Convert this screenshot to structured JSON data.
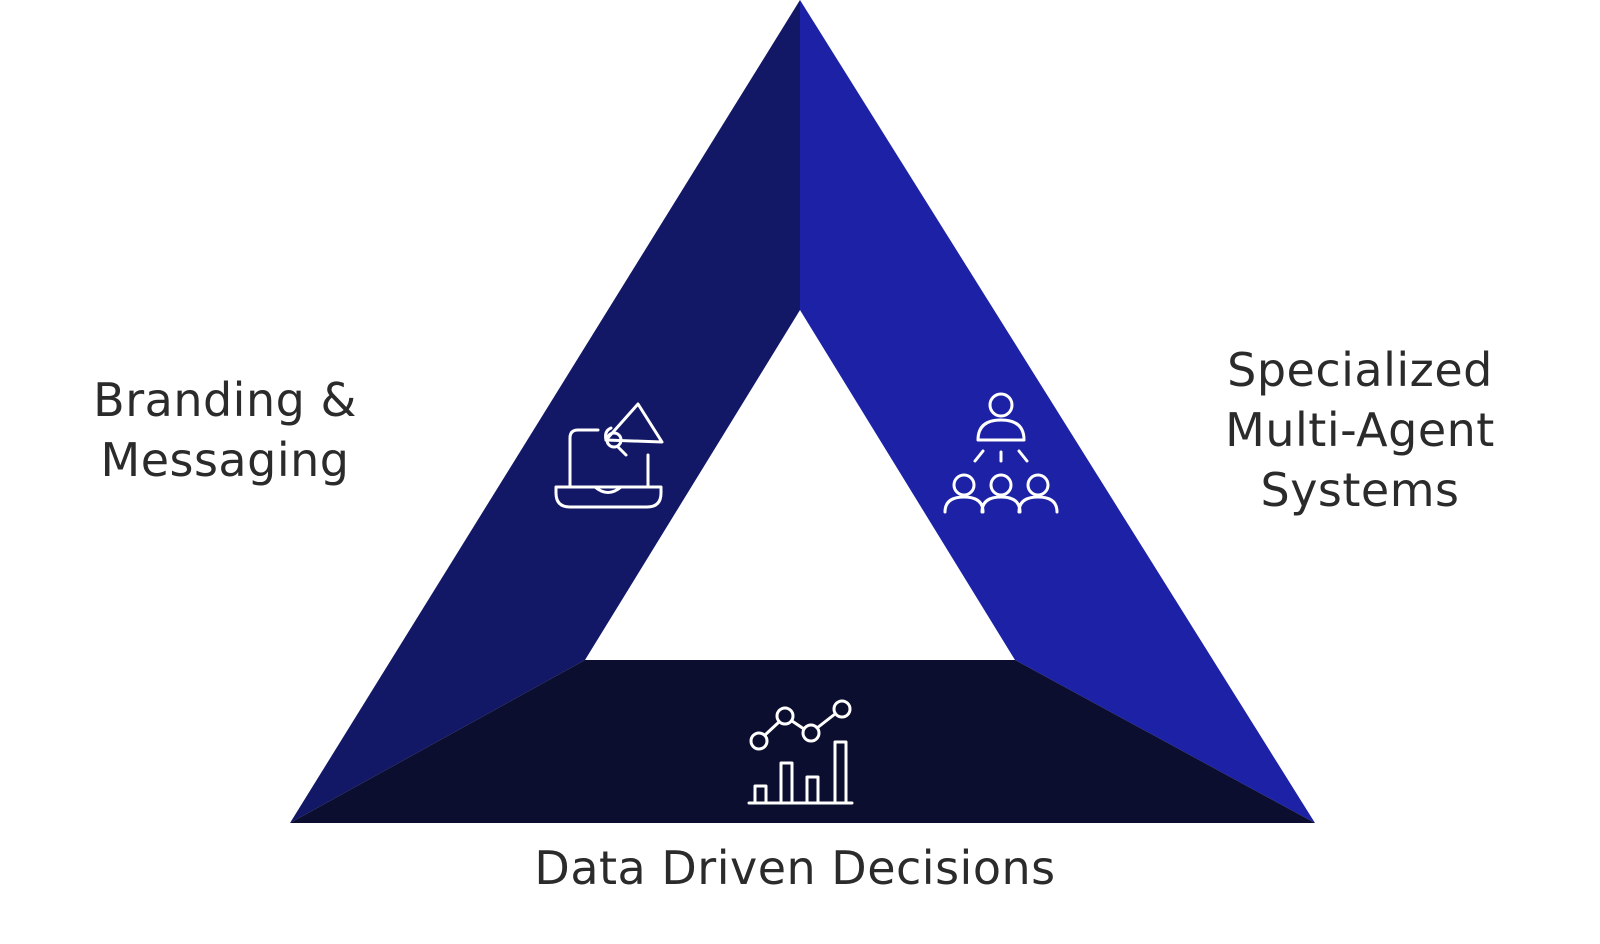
{
  "colors": {
    "left_band": "#121766",
    "right_band": "#1c21a5",
    "bottom_band": "#0b0e2e",
    "icon_stroke": "#ffffff",
    "text": "#2b2b2b"
  },
  "segments": [
    {
      "id": "left",
      "label_lines": [
        "Branding &",
        "Messaging"
      ],
      "icon": "laptop-megaphone-icon"
    },
    {
      "id": "right",
      "label_lines": [
        "Specialized",
        "Multi-Agent",
        "Systems"
      ],
      "icon": "team-hierarchy-icon"
    },
    {
      "id": "bottom",
      "label_lines": [
        "Data Driven Decisions"
      ],
      "icon": "analytics-chart-icon"
    }
  ]
}
